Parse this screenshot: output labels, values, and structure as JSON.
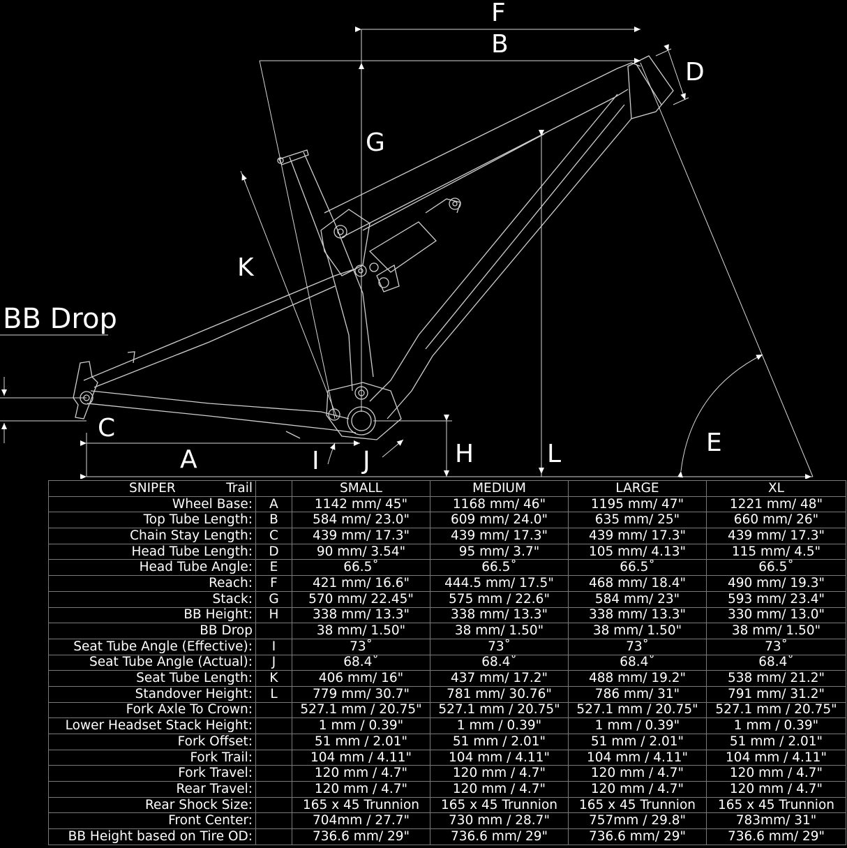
{
  "diagram": {
    "dimension_labels": {
      "F": "F",
      "B": "B",
      "D": "D",
      "G": "G",
      "K": "K",
      "C": "C",
      "A": "A",
      "I": "I",
      "J": "J",
      "H": "H",
      "L": "L",
      "E": "E"
    },
    "bb_drop_title": "BB Drop"
  },
  "table": {
    "model": "SNIPER",
    "category": "Trail",
    "sizes": [
      "SMALL",
      "MEDIUM",
      "LARGE",
      "XL"
    ],
    "rows": [
      {
        "label": "Wheel Base:",
        "key": "A",
        "values": [
          "1142 mm/ 45\"",
          "1168 mm/ 46\"",
          "1195 mm/ 47\"",
          "1221 mm/ 48\""
        ]
      },
      {
        "label": "Top Tube Length:",
        "key": "B",
        "values": [
          "584 mm/ 23.0\"",
          "609 mm/ 24.0\"",
          "635 mm/ 25\"",
          "660 mm/ 26\""
        ]
      },
      {
        "label": "Chain Stay Length:",
        "key": "C",
        "values": [
          "439 mm/ 17.3\"",
          "439 mm/ 17.3\"",
          "439 mm/ 17.3\"",
          "439 mm/ 17.3\""
        ]
      },
      {
        "label": "Head Tube Length:",
        "key": "D",
        "values": [
          "90 mm/ 3.54\"",
          "95 mm/ 3.7\"",
          "105 mm/ 4.13\"",
          "115 mm/ 4.5\""
        ]
      },
      {
        "label": "Head Tube Angle:",
        "key": "E",
        "values": [
          "66.5˚",
          "66.5˚",
          "66.5˚",
          "66.5˚"
        ]
      },
      {
        "label": "Reach:",
        "key": "F",
        "values": [
          "421 mm/ 16.6\"",
          "444.5 mm/ 17.5\"",
          "468 mm/ 18.4\"",
          "490 mm/ 19.3\""
        ]
      },
      {
        "label": "Stack:",
        "key": "G",
        "values": [
          "570 mm/ 22.45\"",
          "575 mm / 22.6\"",
          "584 mm/ 23\"",
          "593 mm/ 23.4\""
        ]
      },
      {
        "label": "BB Height:",
        "key": "H",
        "values": [
          "338 mm/ 13.3\"",
          "338 mm/ 13.3\"",
          "338 mm/ 13.3\"",
          "330 mm/ 13.0\""
        ]
      },
      {
        "label": "BB Drop",
        "key": "",
        "values": [
          "38 mm/ 1.50\"",
          "38 mm/ 1.50\"",
          "38 mm/ 1.50\"",
          "38 mm/ 1.50\""
        ]
      },
      {
        "label": "Seat Tube Angle (Effective):",
        "key": "I",
        "values": [
          "73˚",
          "73˚",
          "73˚",
          "73˚"
        ]
      },
      {
        "label": "Seat Tube Angle (Actual):",
        "key": "J",
        "values": [
          "68.4˚",
          "68.4˚",
          "68.4˚",
          "68.4˚"
        ]
      },
      {
        "label": "Seat Tube Length:",
        "key": "K",
        "values": [
          "406 mm/ 16\"",
          "437 mm/ 17.2\"",
          "488 mm/ 19.2\"",
          "538 mm/ 21.2\""
        ]
      },
      {
        "label": "Standover Height:",
        "key": "L",
        "values": [
          "779 mm/ 30.7\"",
          "781 mm/ 30.76\"",
          "786 mm/ 31\"",
          "791 mm/ 31.2\""
        ]
      },
      {
        "label": "Fork Axle To Crown:",
        "key": "",
        "values": [
          "527.1 mm / 20.75\"",
          "527.1 mm / 20.75\"",
          "527.1 mm / 20.75\"",
          "527.1 mm / 20.75\""
        ]
      },
      {
        "label": "Lower Headset Stack Height:",
        "key": "",
        "values": [
          "1 mm / 0.39\"",
          "1 mm / 0.39\"",
          "1 mm / 0.39\"",
          "1 mm / 0.39\""
        ]
      },
      {
        "label": "Fork Offset:",
        "key": "",
        "values": [
          "51 mm / 2.01\"",
          "51 mm / 2.01\"",
          "51 mm / 2.01\"",
          "51 mm / 2.01\""
        ]
      },
      {
        "label": "Fork Trail:",
        "key": "",
        "values": [
          "104 mm / 4.11\"",
          "104 mm / 4.11\"",
          "104 mm / 4.11\"",
          "104 mm / 4.11\""
        ]
      },
      {
        "label": "Fork Travel:",
        "key": "",
        "values": [
          "120 mm / 4.7\"",
          "120 mm / 4.7\"",
          "120 mm / 4.7\"",
          "120 mm / 4.7\""
        ]
      },
      {
        "label": "Rear Travel:",
        "key": "",
        "values": [
          "120 mm / 4.7\"",
          "120 mm / 4.7\"",
          "120 mm / 4.7\"",
          "120 mm / 4.7\""
        ]
      },
      {
        "label": "Rear Shock Size:",
        "key": "",
        "values": [
          "165 x 45 Trunnion",
          "165 x 45 Trunnion",
          "165 x 45 Trunnion",
          "165 x 45 Trunnion"
        ]
      },
      {
        "label": "Front Center:",
        "key": "",
        "values": [
          "704mm / 27.7\"",
          "730 mm / 28.7\"",
          "757mm / 29.8\"",
          "783mm/ 31\""
        ]
      },
      {
        "label": "BB Height based on Tire OD:",
        "key": "",
        "values": [
          "736.6 mm/ 29\"",
          "736.6 mm/ 29\"",
          "736.6 mm/ 29\"",
          "736.6 mm/ 29\""
        ]
      }
    ]
  }
}
